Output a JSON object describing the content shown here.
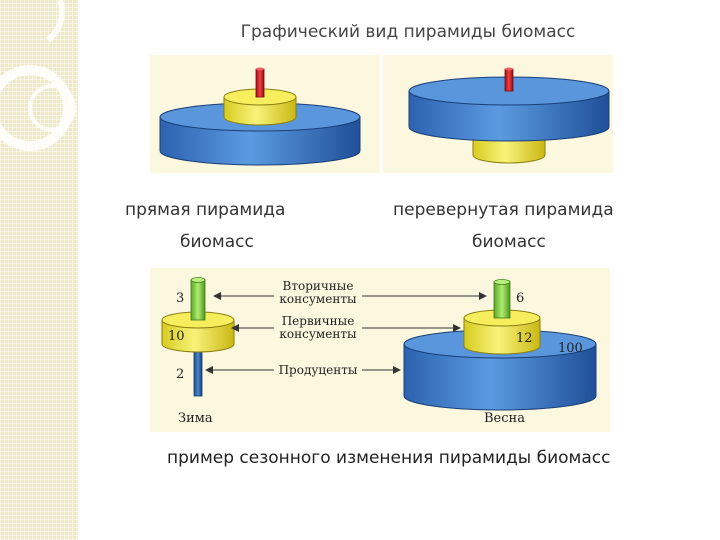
{
  "title": "Графический вид пирамиды биомасс",
  "caption_left_1": "прямая пирамида",
  "caption_left_2": "биомасс",
  "caption_right_1": "перевернутая пирамида",
  "caption_right_2": "биомасс",
  "bottom_caption": "пример сезонного изменения пирамиды биомасс",
  "diagram": {
    "label_secondary_1": "Вторичные",
    "label_secondary_2": "консументы",
    "label_primary_1": "Первичные",
    "label_primary_2": "консументы",
    "label_producers": "Продуценты",
    "winter": "Зима",
    "spring": "Весна",
    "w_secondary": "3",
    "w_primary": "10",
    "w_producers": "2",
    "s_secondary": "6",
    "s_primary": "12",
    "s_producers": "100"
  },
  "colors": {
    "blue": "#3a78c8",
    "yellow": "#f2e84a",
    "red": "#d8202a",
    "green": "#8ed64a",
    "panel": "#fcf7df"
  }
}
